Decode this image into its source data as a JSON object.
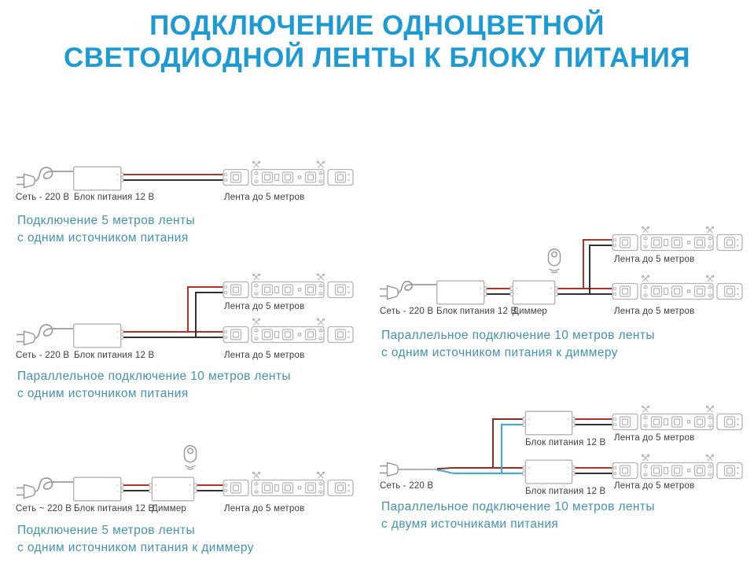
{
  "palette": {
    "bg": "#ffffff",
    "title": "#1e9ad2",
    "caption": "#4292b5",
    "label": "#3e3e3e",
    "outline": "#b3b3b3",
    "outline2": "#9a9a9a",
    "wire_red": "#b23228",
    "wire_black": "#323232",
    "wire_mains_red": "#8a2d24",
    "wire_blue": "#46a9d5"
  },
  "title": {
    "line1": "ПОДКЛЮЧЕНИЕ ОДНОЦВЕТНОЙ",
    "line2": "СВЕТОДИОДНОЙ ЛЕНТЫ К БЛОКУ ПИТАНИЯ"
  },
  "diagrams": [
    {
      "name": "single-strip-single-psu",
      "labels": {
        "mains": "Сеть - 220 В",
        "psu": "Блок питания 12 В",
        "strip": "Лента до 5 метров"
      },
      "caption": [
        "Подключение 5 метров ленты",
        "с одним источником питания"
      ]
    },
    {
      "name": "parallel-two-strips-single-psu",
      "labels": {
        "mains": "Сеть - 220 В",
        "psu": "Блок питания 12 В",
        "strip_top": "Лента до 5 метров",
        "strip_bottom": "Лента до 5 метров"
      },
      "caption": [
        "Параллельное подключение 10 метров ленты",
        "с одним источником питания"
      ]
    },
    {
      "name": "single-strip-psu-dimmer",
      "labels": {
        "mains": "Сеть ~ 220 В",
        "psu": "Блок питания 12 В",
        "dimmer": "Диммер",
        "strip": "Лента до 5 метров"
      },
      "caption": [
        "Подключение 5 метров ленты",
        "с одним источником питания к диммеру"
      ]
    },
    {
      "name": "parallel-two-strips-psu-dimmer",
      "labels": {
        "mains": "Сеть - 220 В",
        "psu": "Блок питания 12 В",
        "dimmer": "Диммер",
        "strip_top": "Лента до 5 метров",
        "strip_bottom": "Лента до 5 метров"
      },
      "caption": [
        "Параллельное подключение 10 метров ленты",
        "с одним источником питания к диммеру"
      ]
    },
    {
      "name": "parallel-two-strips-two-psu",
      "labels": {
        "mains": "Сеть - 220 В",
        "psu_top": "Блок питания 12 В",
        "psu_bottom": "Блок питания 12 В",
        "strip_top": "Лента до 5 метров",
        "strip_bottom": "Лента до 5 метров"
      },
      "caption": [
        "Параллельное подключение 10 метров ленты",
        "с двумя источниками питания"
      ]
    }
  ]
}
